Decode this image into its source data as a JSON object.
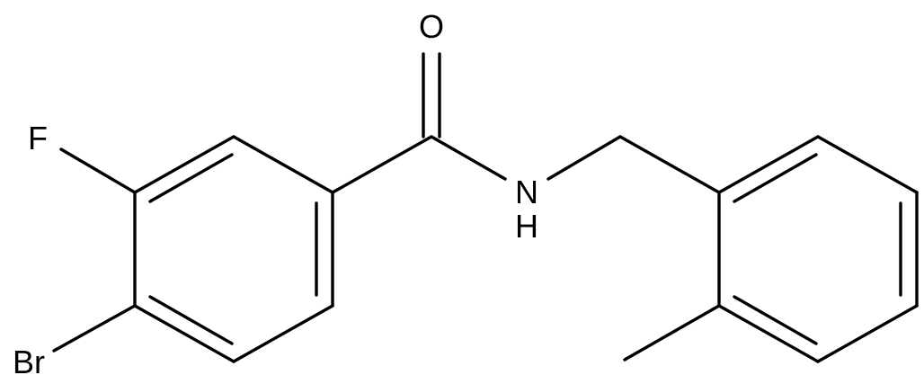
{
  "molecule": {
    "atoms": {
      "O": "O",
      "N": "N",
      "H": "H",
      "F": "F",
      "Br": "Br"
    }
  }
}
